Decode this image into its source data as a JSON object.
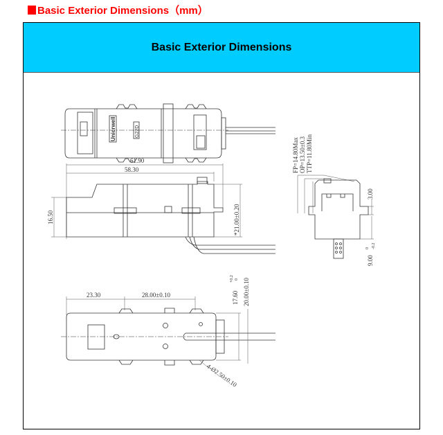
{
  "section_title": "Basic Exterior Dimensions（mm）",
  "header": {
    "title": "Basic Exterior Dimensions"
  },
  "drawing": {
    "top_view": {
      "brand_label": "Unicrwell",
      "model_label": "G22D"
    },
    "side_view": {
      "overall_length": "61.90",
      "body_length": "58.30",
      "height": "16.50",
      "pin_height": "*21.00±0.20"
    },
    "end_view": {
      "fp": "FP=14.80Max",
      "op": "OP=13.50±0.3",
      "ttp": "TTP=11.80Min",
      "top_offset": "3.00",
      "bottom_offset": "9.00",
      "bottom_tol_upper": "0",
      "bottom_tol_lower": "-0.2"
    },
    "bottom_view": {
      "hole_offset": "23.30",
      "hole_pitch": "28.00±0.10",
      "inner_width": "17.60",
      "inner_width_tol_upper": "+0.2",
      "inner_width_tol_lower": "0",
      "outer_width": "20.00±0.10",
      "hole_callout": "4-Ø2.50±0.10"
    }
  }
}
